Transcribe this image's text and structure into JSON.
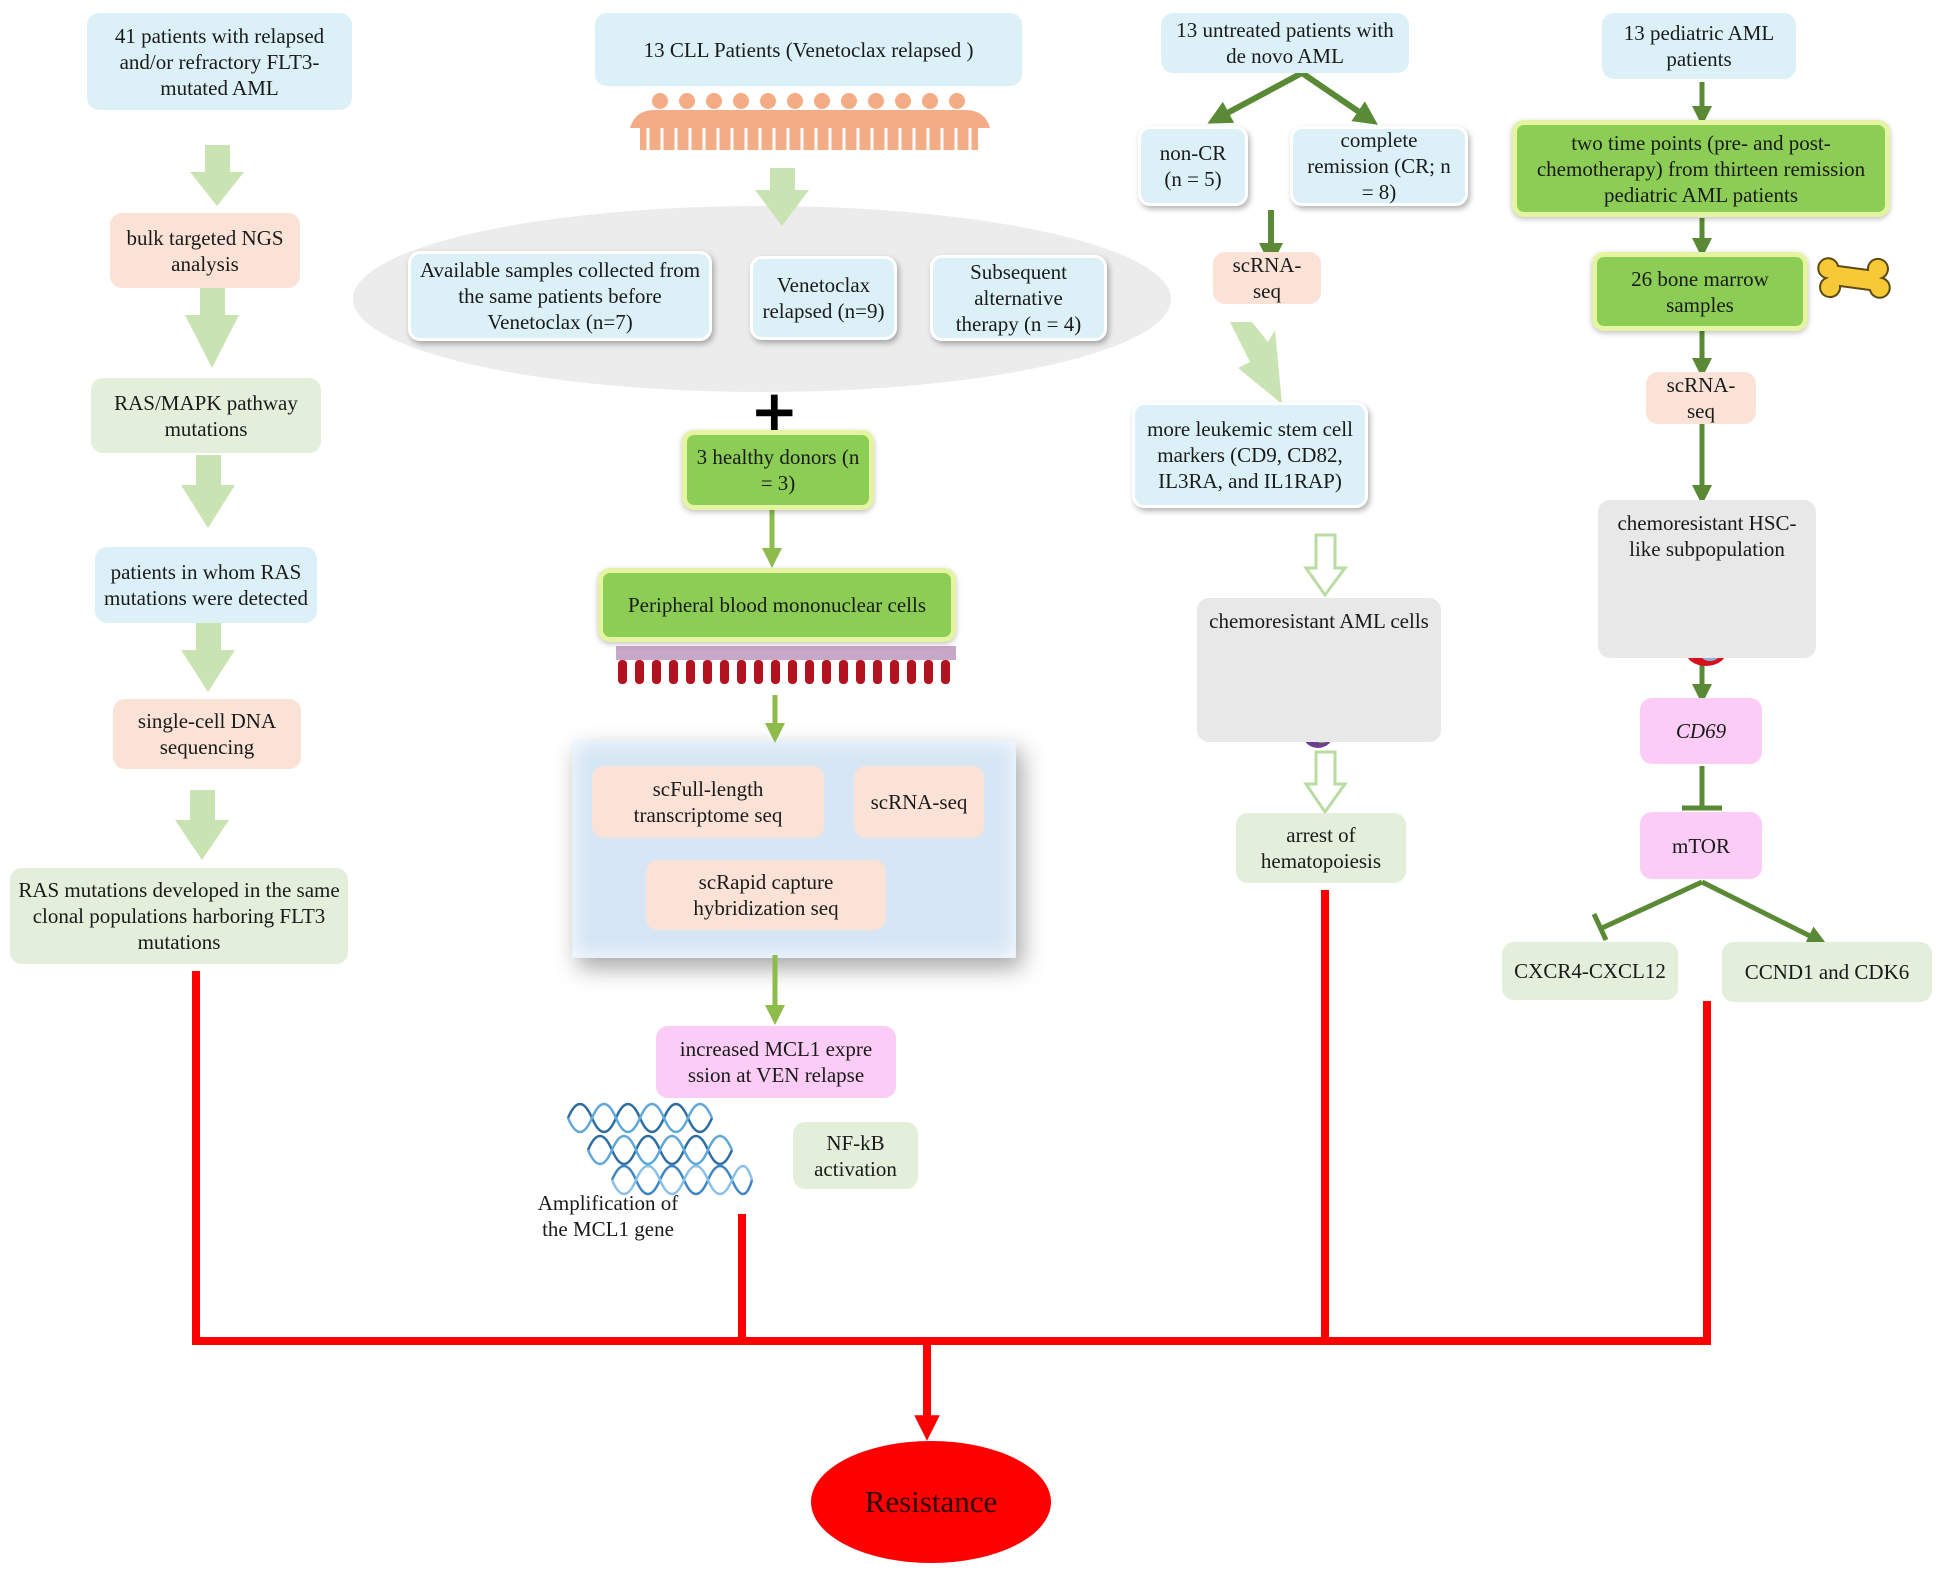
{
  "col1": {
    "start": "41 patients with relapsed and/or refractory FLT3-mutated AML",
    "step1": "bulk targeted NGS analysis",
    "step2": "RAS/MAPK pathway mutations",
    "step3": "patients in whom RAS mutations were detected",
    "step4": "single-cell DNA sequencing",
    "finding": "RAS mutations developed in the same clonal populations harboring FLT3 mutations"
  },
  "col2": {
    "start": "13 CLL  Patients (Venetoclax relapsed )",
    "sample_before": "Available samples collected from the same patients before Venetoclax (n=7)",
    "sample_relapsed": "Venetoclax relapsed (n=9)",
    "sample_subsequent": "Subsequent alternative therapy   (n = 4)",
    "plus": "+",
    "donors": "3 healthy donors (n = 3)",
    "pbmc": "Peripheral blood mononuclear cells",
    "method_fulllength": "scFull-length transcriptome seq",
    "method_scrna": "scRNA-seq",
    "method_rapid": "scRapid capture hybridization seq",
    "finding": "increased MCL1 expre ssion at VEN relapse",
    "amplification": "Amplification of the MCL1 gene",
    "nfkb": "NF-kB activation"
  },
  "col3": {
    "start": "13 untreated patients with de novo AML",
    "noncr": "non-CR (n = 5)",
    "cr": "complete remission (CR; n = 8)",
    "scrna": "scRNA-seq",
    "markers": "more leukemic stem cell markers (CD9, CD82, IL3RA,  and IL1RAP)",
    "cells": "chemoresistant AML cells",
    "arrest": "arrest of hematopoiesis"
  },
  "col4": {
    "start": "13 pediatric AML patients",
    "timepoints": "two time points (pre- and post-chemotherapy) from thirteen remission pediatric AML patients",
    "samples": "26 bone marrow samples",
    "scrna": "scRNA-seq",
    "hsc": "chemoresistant HSC-like subpopulation",
    "cd69": "CD69",
    "mtor": "mTOR",
    "cxcr4": "CXCR4-CXCL12",
    "ccnd1": "CCND1 and CDK6"
  },
  "outcome": "Resistance",
  "colors": {
    "resistance_red": "#ff0000",
    "flow_green": "#5a8a35",
    "block_arrow_green": "#c9e3b3",
    "box_blue": "#dcf1f7",
    "box_peach": "#fbe2d6",
    "box_sage": "#e3eedb",
    "box_pink": "#fbcdf6",
    "box_green": "#8ccd55"
  },
  "icons": [
    "people-row-icon",
    "blood-tubes-icon",
    "dna-helix-icon",
    "bone-icon",
    "aml-cell-cluster-icon",
    "red-cell-cluster-icon"
  ]
}
